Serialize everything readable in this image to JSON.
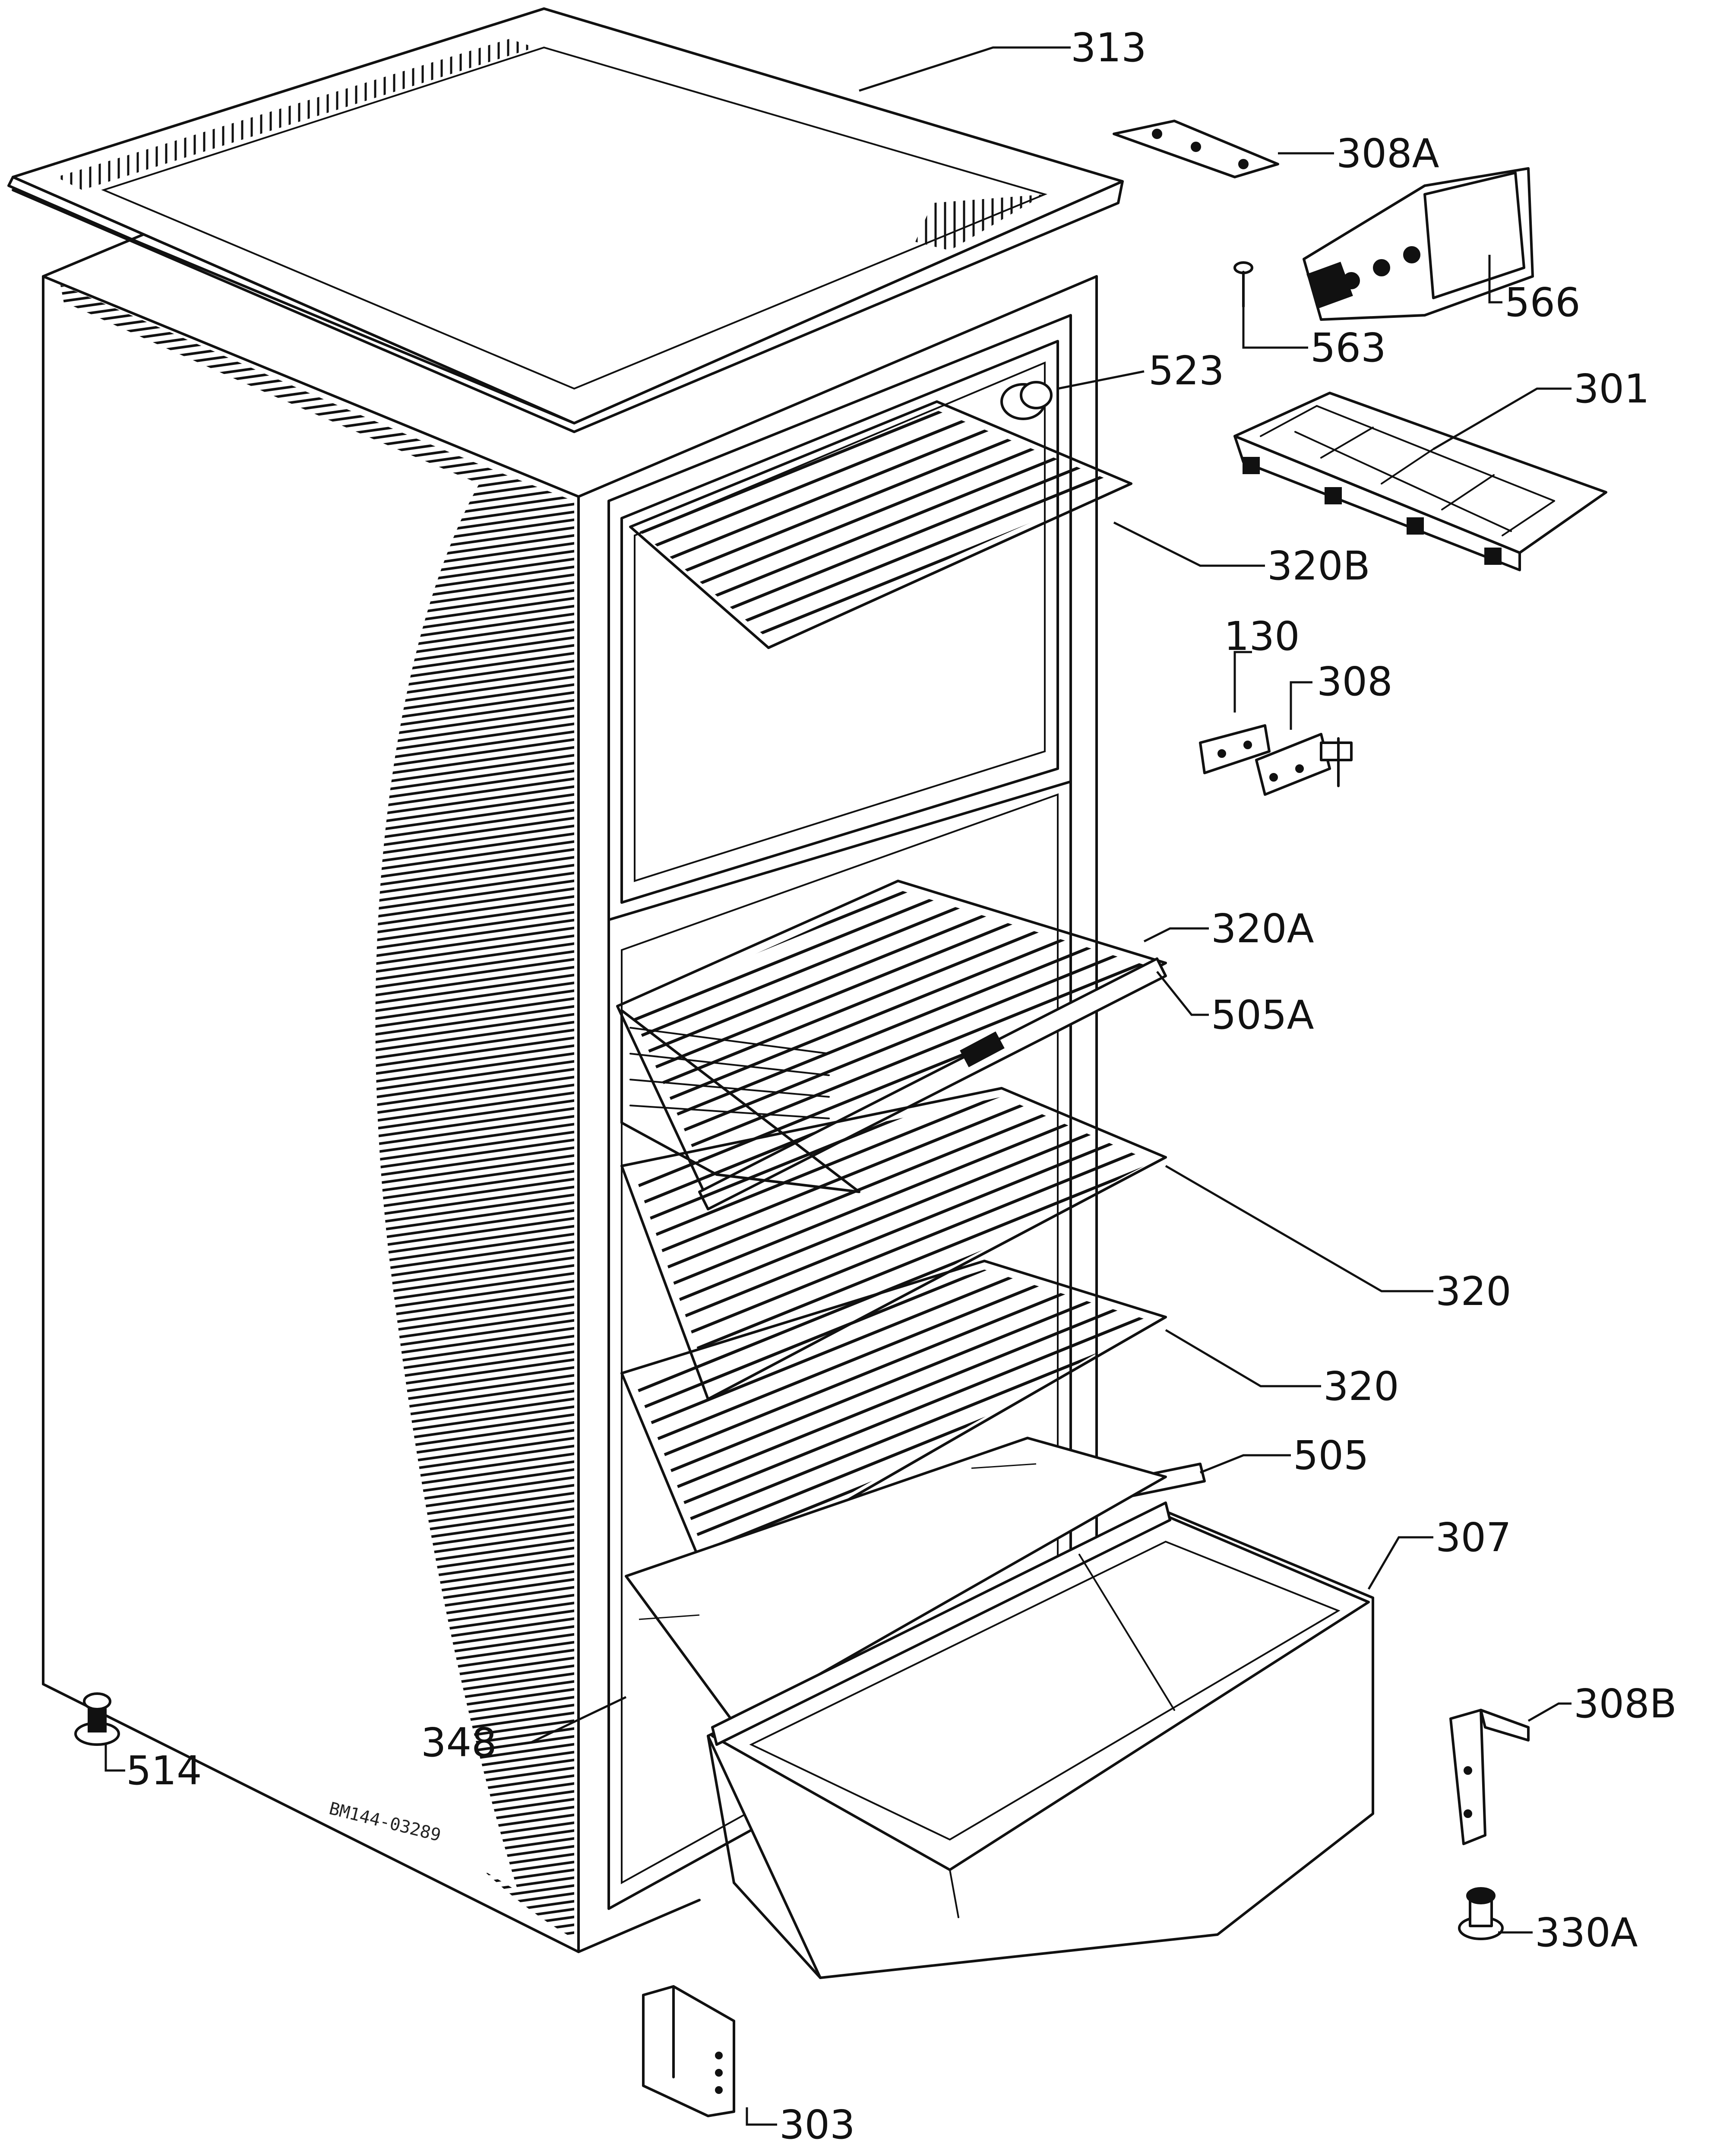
{
  "callouts": {
    "c313": "313",
    "c308A": "308A",
    "c566": "566",
    "c563": "563",
    "c523": "523",
    "c301": "301",
    "c320B": "320B",
    "c130": "130",
    "c308": "308",
    "c320A": "320A",
    "c505A": "505A",
    "c320_upper": "320",
    "c320_lower": "320",
    "c505": "505",
    "c307": "307",
    "c308B": "308B",
    "c348": "348",
    "c514": "514",
    "c330A": "330A",
    "c303": "303"
  },
  "drawing_code": "BM144-03289"
}
